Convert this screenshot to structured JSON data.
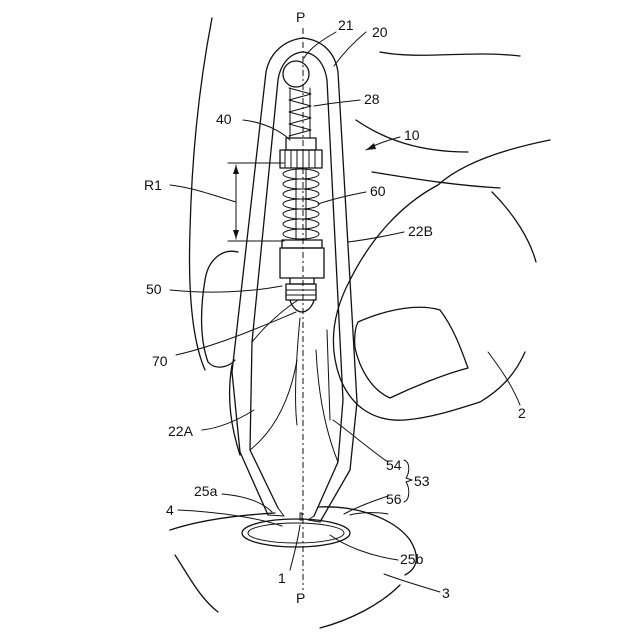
{
  "figure": {
    "labels": {
      "p_top": "P",
      "p_bottom": "P",
      "l21": "21",
      "l20": "20",
      "l28": "28",
      "l10": "10",
      "l40": "40",
      "r1": "R1",
      "l60": "60",
      "l22b": "22B",
      "l50": "50",
      "l70": "70",
      "l2": "2",
      "l22a": "22A",
      "l54": "54",
      "l53": "53",
      "l56": "56",
      "l25a": "25a",
      "l4": "4",
      "l25b": "25b",
      "l1": "1",
      "l3": "3"
    }
  }
}
